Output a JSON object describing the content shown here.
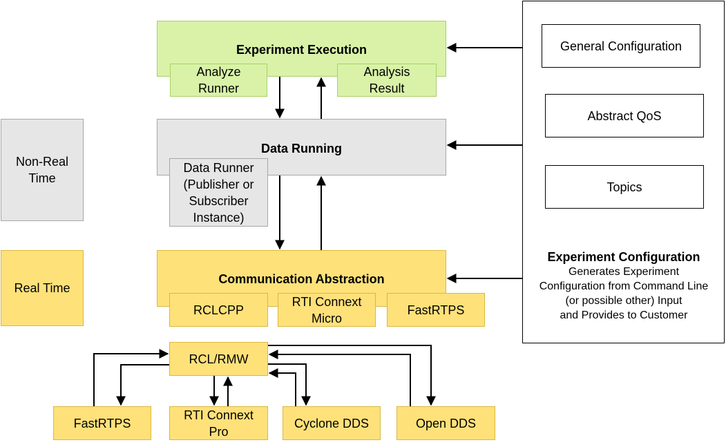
{
  "experiment_execution": {
    "title": "Experiment Execution",
    "analyze_runner": "Analyze\nRunner",
    "analysis_result": "Analysis\nResult"
  },
  "data_running": {
    "title": "Data Running",
    "data_runner": "Data Runner\n(Publisher or\nSubscriber\nInstance)"
  },
  "communication_abstraction": {
    "title": "Communication Abstraction",
    "rclcpp": "RCLCPP",
    "rti_micro": "RTI Connext\nMicro",
    "fastrtps": "FastRTPS"
  },
  "side_labels": {
    "non_real_time": "Non-Real\nTime",
    "real_time": "Real Time"
  },
  "middleware": {
    "rcl_rmw": "RCL/RMW",
    "fastrtps": "FastRTPS",
    "rti_pro": "RTI Connext\nPro",
    "cyclone": "Cyclone DDS",
    "opendds": "Open DDS"
  },
  "experiment_configuration": {
    "general": "General Configuration",
    "qos": "Abstract QoS",
    "topics": "Topics",
    "title": "Experiment Configuration",
    "description": "Generates Experiment\nConfiguration from Command Line\n(or possible other) Input\n   and Provides to Customer"
  },
  "colors": {
    "green": "#d9f2a8",
    "gray": "#e6e6e6",
    "yellow": "#ffe17a"
  }
}
